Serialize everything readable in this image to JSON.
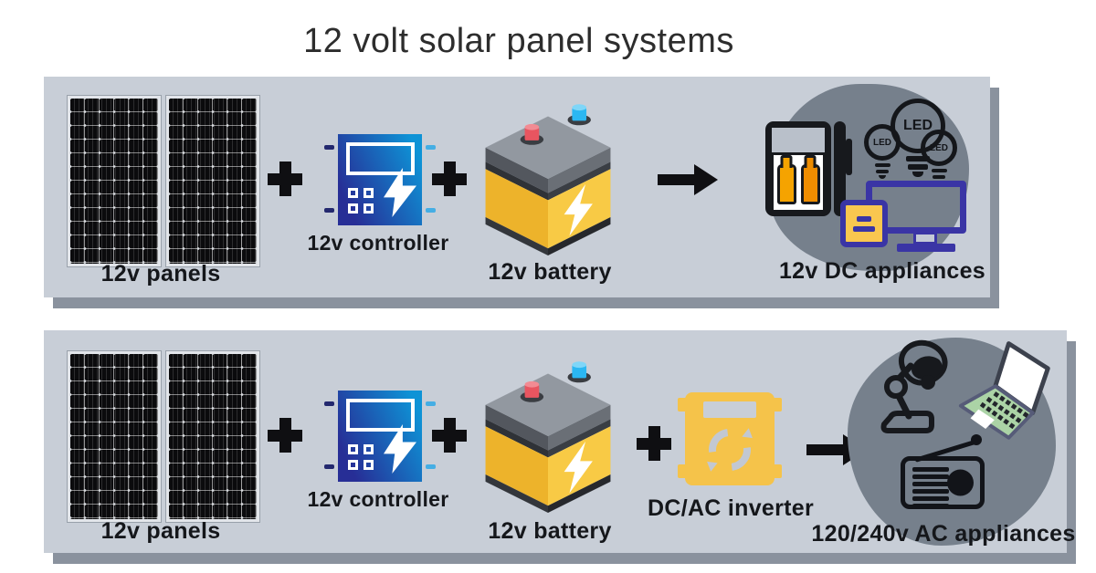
{
  "title": "12 volt solar panel systems",
  "led_badge": "LED",
  "row1": {
    "panels": "12v panels",
    "controller": "12v controller",
    "battery": "12v battery",
    "appliances": "12v DC appliances"
  },
  "row2": {
    "panels": "12v panels",
    "controller": "12v controller",
    "battery": "12v battery",
    "inverter": "DC/AC inverter",
    "appliances": "120/240v AC appliances"
  },
  "colors": {
    "panel_bg": "#c8ced7",
    "panel_shadow": "#8a929e",
    "blob": "#76808c",
    "ctrl_dark": "#272e96",
    "ctrl_light": "#0e93d6",
    "battery_yellow": "#f8ca45",
    "inverter_yellow": "#f5c34a",
    "indigo": "#3a35a5",
    "orange1": "#f5a300",
    "orange2": "#ee8c00",
    "laptop_green": "#abd3a6",
    "red_terminal": "#e85560",
    "blue_terminal": "#2bb7f2"
  }
}
